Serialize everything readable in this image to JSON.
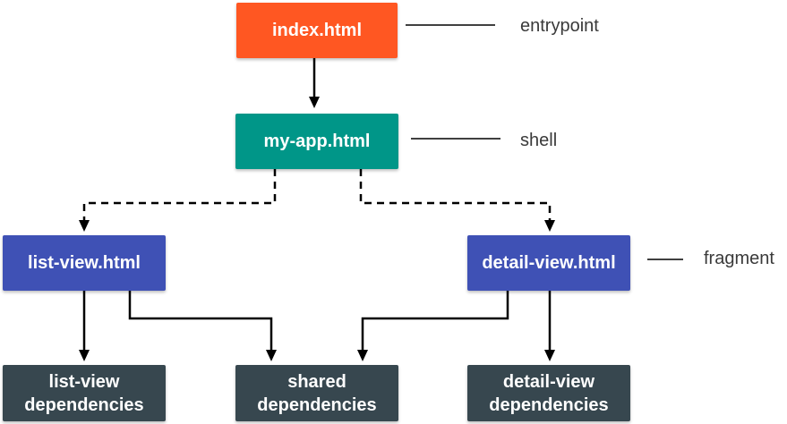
{
  "colors": {
    "entry": "#ff5722",
    "shell": "#009688",
    "fragment": "#3f51b5",
    "dependency": "#37474f",
    "connector": "#000000"
  },
  "nodes": {
    "index": {
      "label": "index.html"
    },
    "my_app": {
      "label": "my-app.html"
    },
    "list_view": {
      "label": "list-view.html"
    },
    "detail_view": {
      "label": "detail-view.html"
    },
    "list_view_deps": {
      "line1": "list-view",
      "line2": "dependencies"
    },
    "shared_deps": {
      "line1": "shared",
      "line2": "dependencies"
    },
    "detail_view_deps": {
      "line1": "detail-view",
      "line2": "dependencies"
    }
  },
  "legend": {
    "entrypoint": "entrypoint",
    "shell": "shell",
    "fragment": "fragment"
  }
}
